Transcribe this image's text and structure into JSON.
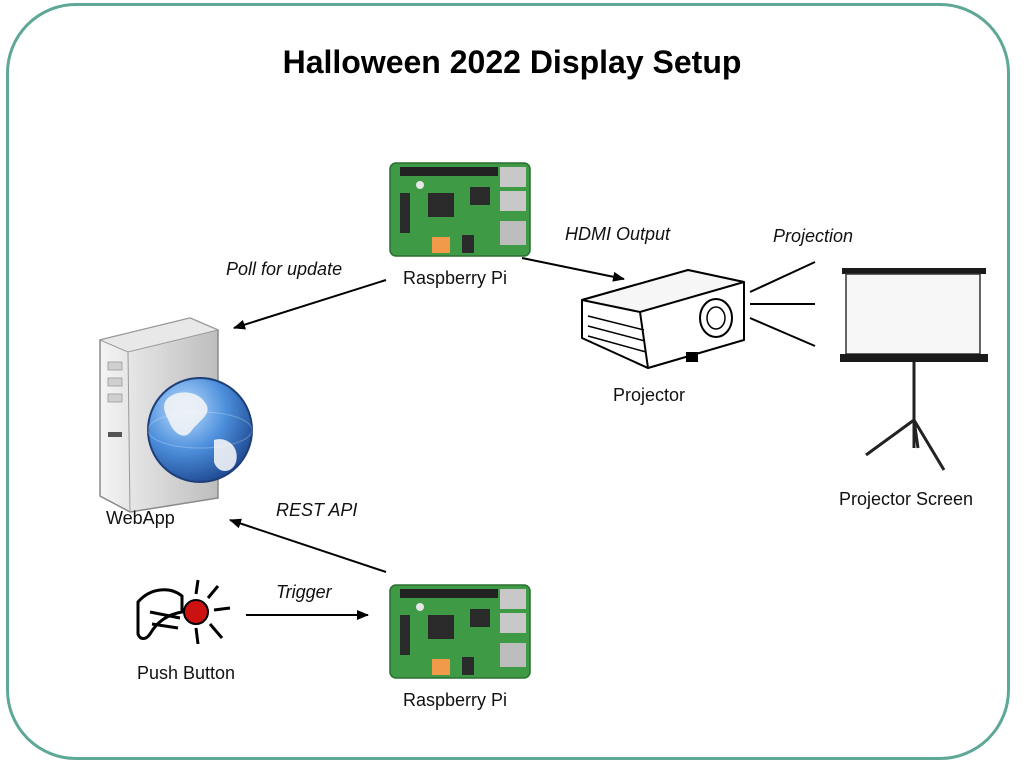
{
  "title": "Halloween 2022 Display Setup",
  "nodes": {
    "pi_top": "Raspberry Pi",
    "pi_bottom": "Raspberry Pi",
    "webapp": "WebApp",
    "projector": "Projector",
    "screen": "Projector Screen",
    "push_button": "Push Button"
  },
  "edges": {
    "poll": "Poll for update",
    "hdmi": "HDMI Output",
    "projection": "Projection",
    "rest": "REST API",
    "trigger": "Trigger"
  },
  "colors": {
    "frame": "#5fa898",
    "board": "#3f9a45",
    "globe": "#3d78c9",
    "button": "#cc1111"
  }
}
